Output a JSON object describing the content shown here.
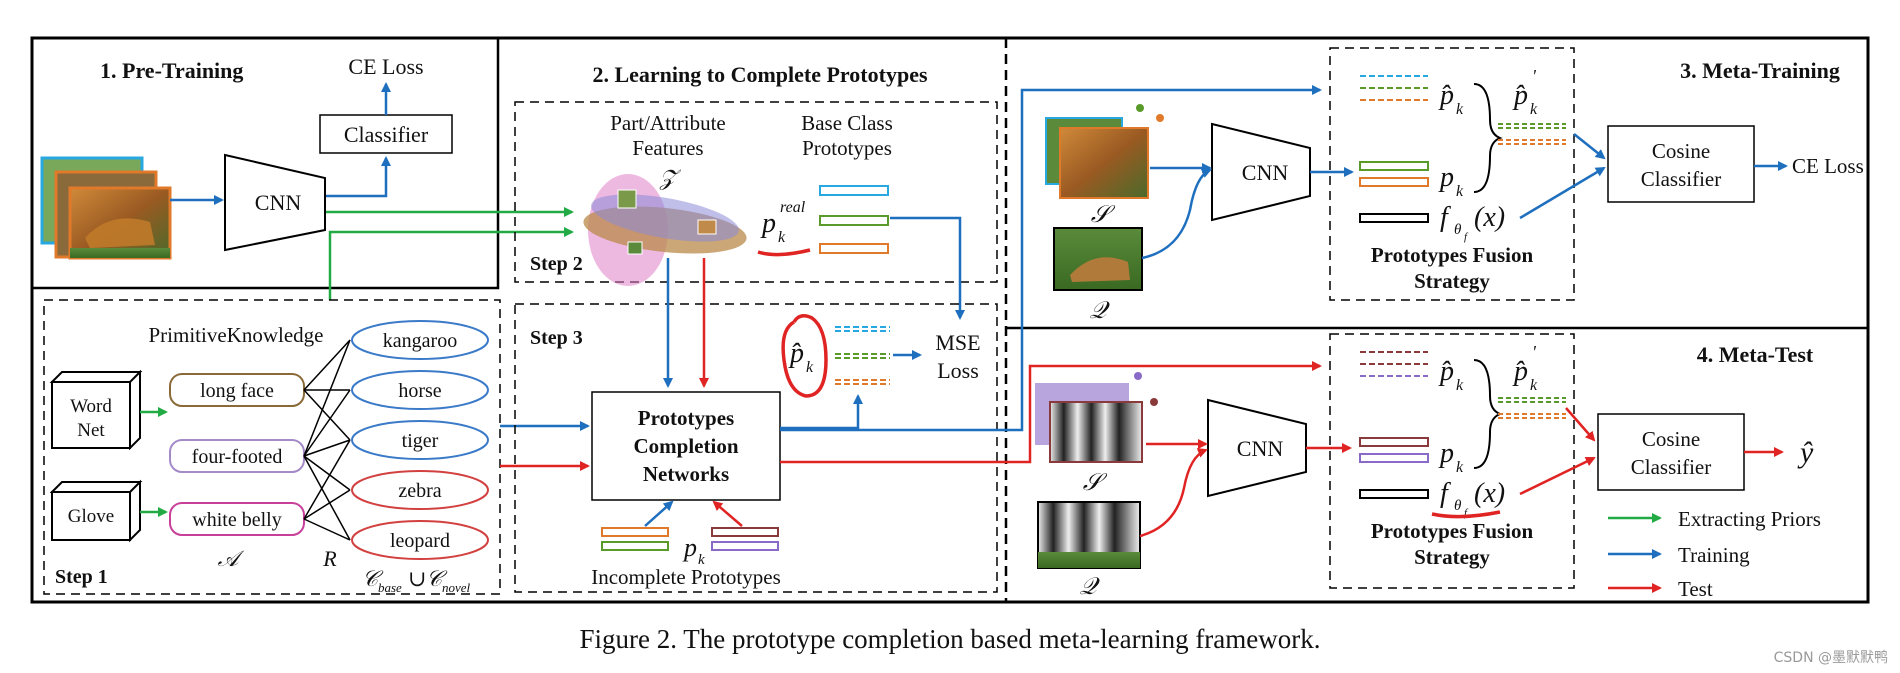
{
  "sections": {
    "pretraining": "1. Pre-Training",
    "learning": "2. Learning to Complete Prototypes",
    "metatraining": "3. Meta-Training",
    "metatest": "4. Meta-Test"
  },
  "steps": {
    "s1": "Step 1",
    "s2": "Step 2",
    "s3": "Step 3"
  },
  "pretrain": {
    "cnn": "CNN",
    "classifier": "Classifier",
    "loss": "CE Loss"
  },
  "step1": {
    "title": "PrimitiveKnowledge",
    "wordnet": [
      "Word",
      "Net"
    ],
    "glove": "Glove",
    "attributes": [
      "long face",
      "four-footed",
      "white belly"
    ],
    "classes": [
      "kangaroo",
      "horse",
      "tiger",
      "zebra",
      "leopard"
    ],
    "attr_symbol": "𝒜",
    "relation_symbol": "R",
    "class_union": "𝒞",
    "sub_base": "base",
    "union_sign": "∪",
    "sub_novel": "novel"
  },
  "step2": {
    "part_features": [
      "Part/Attribute",
      "Features"
    ],
    "z_symbol": "𝒵",
    "base_class": [
      "Base Class",
      "Prototypes"
    ],
    "p_real": "p",
    "p_sub": "k",
    "p_sup": "real"
  },
  "step3": {
    "pcn": [
      "Prototypes",
      "Completion",
      "Networks"
    ],
    "mse": [
      "MSE",
      "Loss"
    ],
    "phat": "p̂",
    "p": "p",
    "k": "k",
    "incomplete": "Incomplete Prototypes"
  },
  "meta": {
    "cnn": "CNN",
    "cosine": [
      "Cosine",
      "Classifier"
    ],
    "ce_loss": "CE Loss",
    "support": "𝒮",
    "query": "𝒬",
    "fusion": [
      "Prototypes Fusion",
      "Strategy"
    ],
    "phat_prime": "p̂",
    "prime": "'",
    "f": "f",
    "theta": "θ",
    "f_sub": "f",
    "x": "(x)",
    "yhat": "ŷ"
  },
  "legend": {
    "items": [
      {
        "label": "Extracting Priors",
        "color": "#22aa44"
      },
      {
        "label": "Training",
        "color": "#1f6fbf"
      },
      {
        "label": "Test",
        "color": "#e02424"
      }
    ]
  },
  "caption": "Figure 2. The prototype completion based meta-learning framework.",
  "watermark": "CSDN @墨默默鸭",
  "colors": {
    "green": "#22aa44",
    "blue": "#1f6fbf",
    "red": "#e02424",
    "attr_brown": "#8b6a3a",
    "attr_purple": "#a48ac8",
    "attr_pink": "#c8409a",
    "class_blue": "#3a7ac8",
    "class_red": "#d24040",
    "proto_green": "#5a9a2a",
    "proto_orange": "#e07a2a",
    "proto_cyan": "#28a8e0",
    "proto_brown": "#8a3a3a",
    "proto_purple": "#8a6ac8"
  }
}
